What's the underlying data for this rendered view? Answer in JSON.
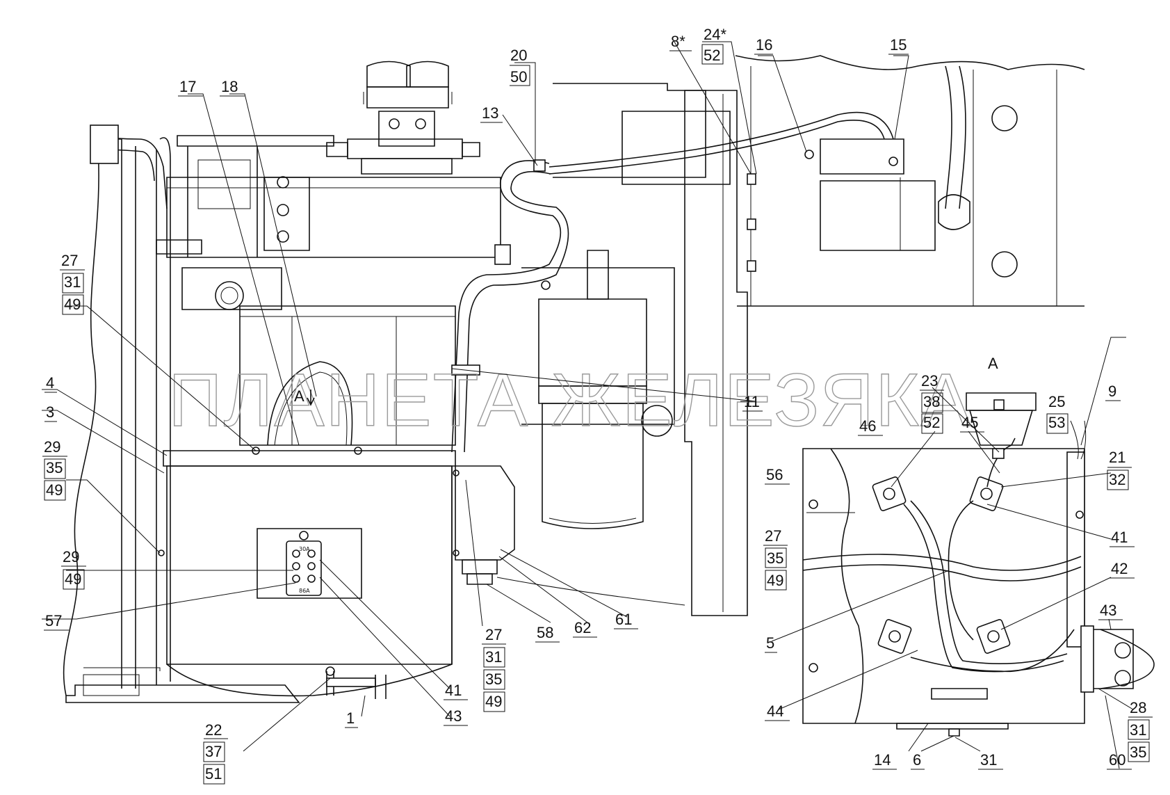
{
  "watermark": "ПЛАНЕТА ЖЕЛЕЗЯКА",
  "view_marker": "А",
  "view_arrow_label": "А",
  "terminal_labels": [
    "30А",
    "86А"
  ],
  "callouts": {
    "c17": "17",
    "c18": "18",
    "c13": "13",
    "c20": "20",
    "c50": "50",
    "c8": "8*",
    "c24": "24*",
    "c52": "52",
    "c16": "16",
    "c15": "15",
    "c27a": "27",
    "c31a": "31",
    "c49a": "49",
    "c4": "4",
    "c3": "3",
    "c29a": "29",
    "c35a": "35",
    "c49b": "49",
    "c29b": "29",
    "c49c": "49",
    "c57": "57",
    "c11": "11",
    "c27b": "27",
    "c31b": "31",
    "c35b": "35",
    "c49d": "49",
    "c58": "58",
    "c62": "62",
    "c61": "61",
    "c41a": "41",
    "c43a": "43",
    "c1": "1",
    "c22": "22",
    "c37": "37",
    "c51": "51",
    "c23": "23",
    "c38": "38",
    "c52b": "52",
    "c25": "25",
    "c53": "53",
    "c9": "9",
    "c46": "46",
    "c45": "45",
    "c56": "56",
    "c21": "21",
    "c32": "32",
    "c27c": "27",
    "c35c": "35",
    "c49e": "49",
    "c41b": "41",
    "c42": "42",
    "c5": "5",
    "c43b": "43",
    "c44": "44",
    "c28": "28",
    "c31c": "31",
    "c35d": "35",
    "c14": "14",
    "c6": "6",
    "c31d": "31",
    "c60": "60"
  }
}
